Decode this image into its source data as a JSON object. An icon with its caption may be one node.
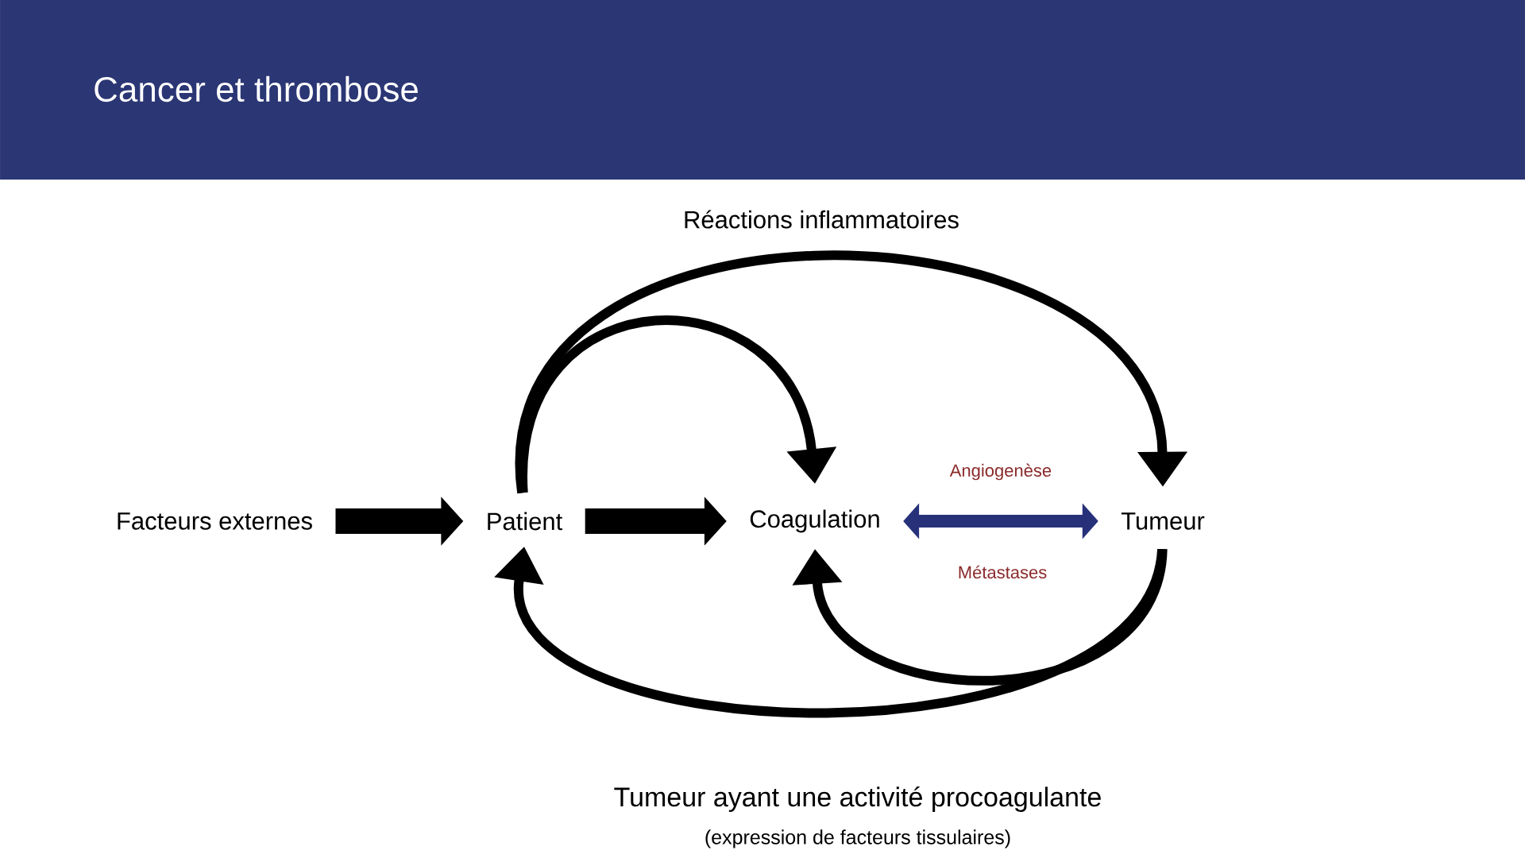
{
  "diagram": {
    "title": "Cancer et thrombose",
    "nodes": [
      {
        "text": [
          "Facteurs externes"
        ]
      },
      {
        "text": [
          "Patient"
        ]
      },
      {
        "text": [
          "Coagulation"
        ]
      },
      {
        "text": [
          "Tumeur"
        ]
      }
    ],
    "edges": [
      {
        "from": 0,
        "to": 1,
        "arrow": "to",
        "style": "thick"
      },
      {
        "from": 1,
        "to": 2,
        "arrow": "to",
        "style": "thick"
      },
      {
        "from": 2,
        "to": 3,
        "arrow": "both",
        "label": "Angiogenèse",
        "color": "#27317a"
      },
      {
        "from": 1,
        "to": 2,
        "arrow": "to"
      },
      {
        "from": 1,
        "to": 3,
        "arrow": "to"
      },
      {
        "from": 3,
        "to": 2,
        "arrow": "to"
      },
      {
        "from": 3,
        "to": 1,
        "arrow": "to"
      }
    ],
    "labels": [
      "Réactions inflammatoires",
      "Métastases",
      "Tumeur ayant une activité procoagulante",
      "(expression de facteurs tissulaires)"
    ]
  }
}
